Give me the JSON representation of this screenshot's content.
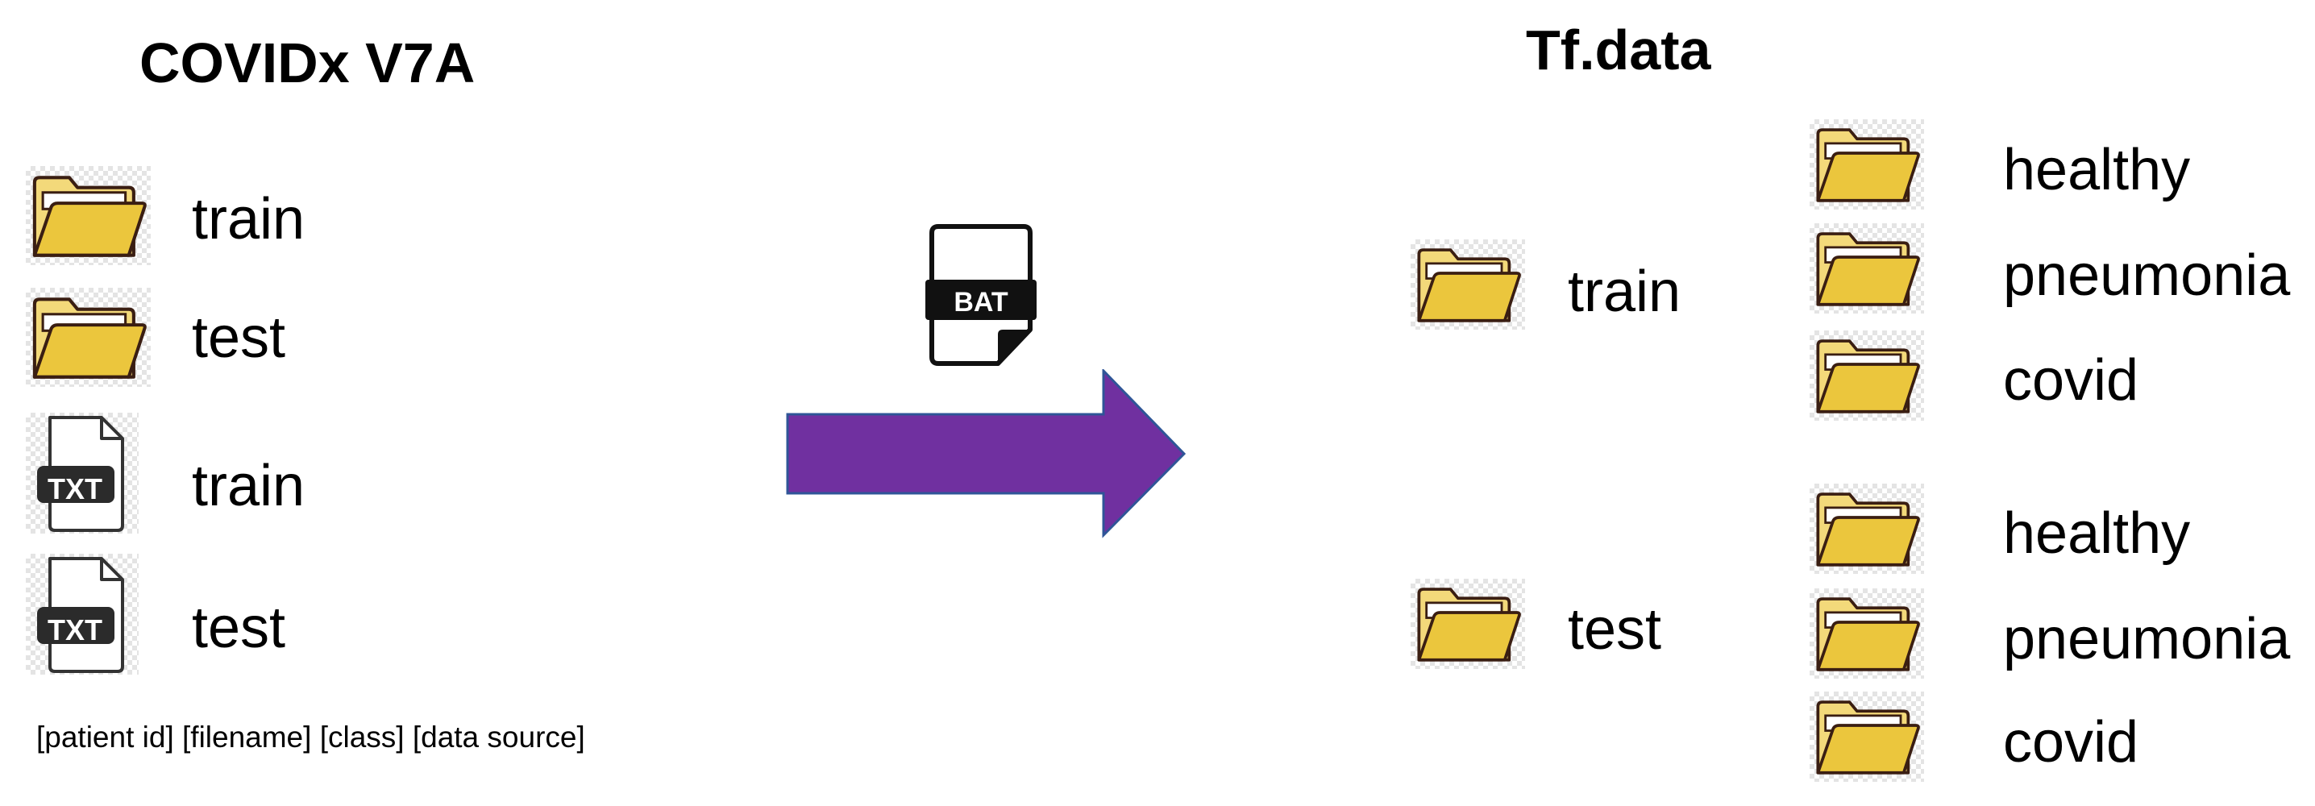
{
  "source": {
    "title": "COVIDx V7A",
    "items": [
      {
        "icon": "folder-icon",
        "label": "train"
      },
      {
        "icon": "folder-icon",
        "label": "test"
      },
      {
        "icon": "txt-file-icon",
        "badge": "TXT",
        "label": "train"
      },
      {
        "icon": "txt-file-icon",
        "badge": "TXT",
        "label": "test"
      }
    ],
    "format_note": "[patient id] [filename] [class] [data source]"
  },
  "transform": {
    "icon": "bat-file-icon",
    "badge": "BAT",
    "arrow_color": "#7030a0",
    "arrow_border": "#2f5597"
  },
  "target": {
    "title": "Tf.data",
    "groups": [
      {
        "label": "train",
        "classes": [
          "healthy",
          "pneumonia",
          "covid"
        ]
      },
      {
        "label": "test",
        "classes": [
          "healthy",
          "pneumonia",
          "covid"
        ]
      }
    ]
  },
  "colors": {
    "folder_fill": "#ebc63d",
    "folder_back": "#f3d97a",
    "folder_stroke": "#3a1e12"
  }
}
